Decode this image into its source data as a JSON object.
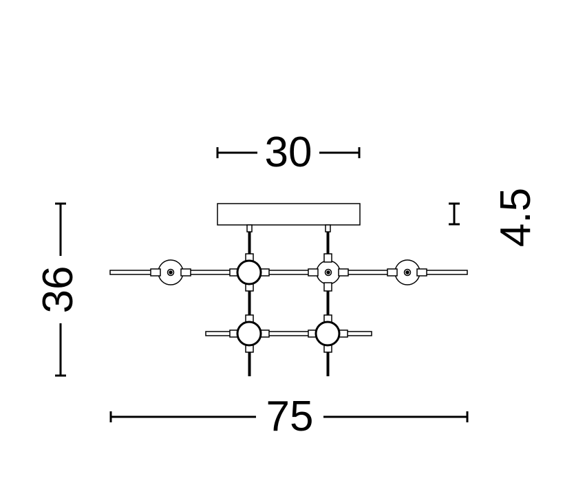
{
  "dimensions": {
    "top_width": "30",
    "overall_width": "75",
    "overall_height": "36",
    "canopy_height": "4.5"
  },
  "colors": {
    "line": "#000000",
    "background": "#ffffff"
  }
}
